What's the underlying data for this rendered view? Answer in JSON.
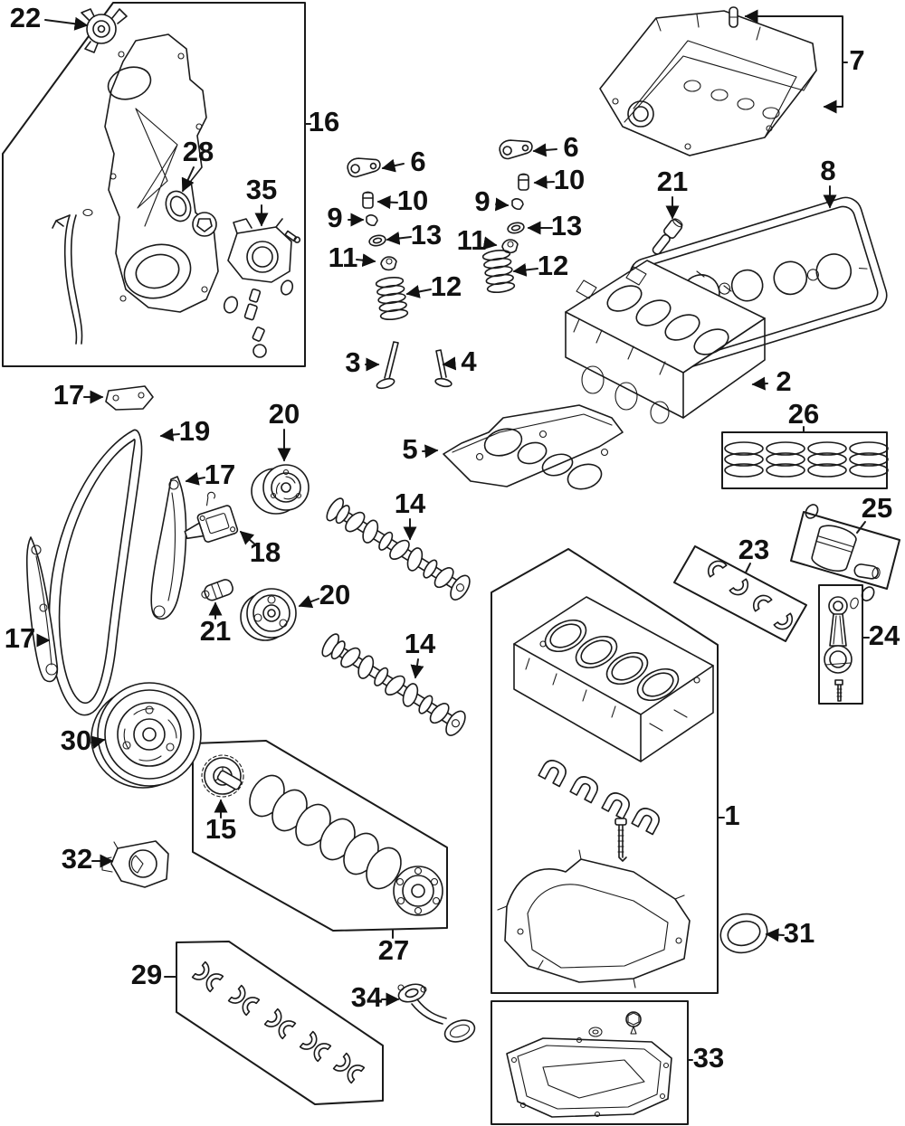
{
  "figure": {
    "type": "exploded-parts-diagram",
    "background": "#ffffff",
    "line_color": "#1a1a1a",
    "label_color": "#111111"
  },
  "callouts": [
    {
      "label": "22"
    },
    {
      "label": "16"
    },
    {
      "label": "28"
    },
    {
      "label": "35"
    },
    {
      "label": "6"
    },
    {
      "label": "10"
    },
    {
      "label": "9"
    },
    {
      "label": "13"
    },
    {
      "label": "11"
    },
    {
      "label": "12"
    },
    {
      "label": "6"
    },
    {
      "label": "10"
    },
    {
      "label": "9"
    },
    {
      "label": "13"
    },
    {
      "label": "11"
    },
    {
      "label": "12"
    },
    {
      "label": "7"
    },
    {
      "label": "8"
    },
    {
      "label": "21"
    },
    {
      "label": "2"
    },
    {
      "label": "26"
    },
    {
      "label": "3"
    },
    {
      "label": "4"
    },
    {
      "label": "5"
    },
    {
      "label": "17"
    },
    {
      "label": "19"
    },
    {
      "label": "17"
    },
    {
      "label": "18"
    },
    {
      "label": "20"
    },
    {
      "label": "21"
    },
    {
      "label": "20"
    },
    {
      "label": "14"
    },
    {
      "label": "14"
    },
    {
      "label": "17"
    },
    {
      "label": "30"
    },
    {
      "label": "15"
    },
    {
      "label": "32"
    },
    {
      "label": "27"
    },
    {
      "label": "29"
    },
    {
      "label": "34"
    },
    {
      "label": "25"
    },
    {
      "label": "23"
    },
    {
      "label": "24"
    },
    {
      "label": "1"
    },
    {
      "label": "31"
    },
    {
      "label": "33"
    }
  ]
}
